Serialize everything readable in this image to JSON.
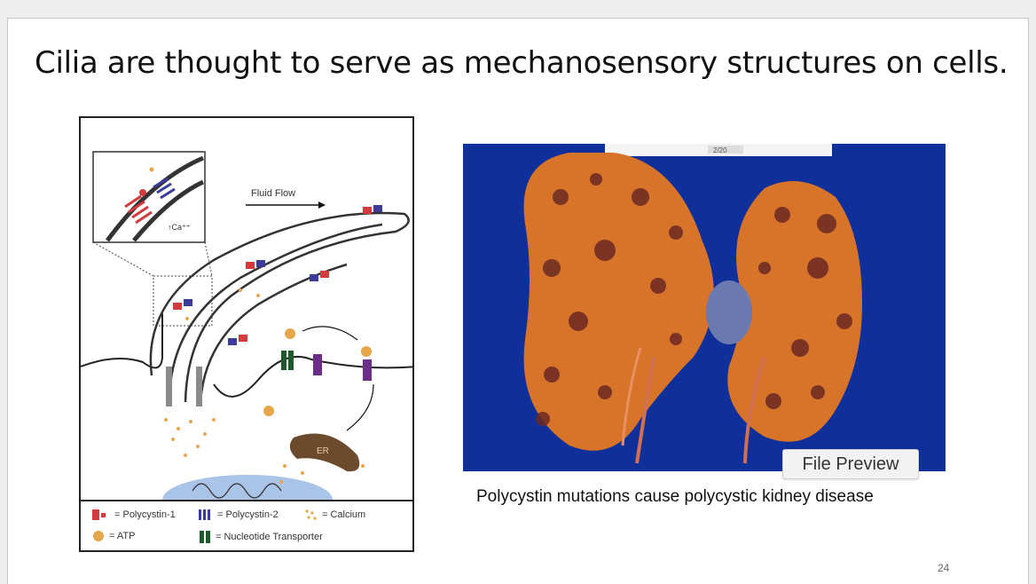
{
  "slide": {
    "title": "Cilia are thought to serve as mechanosensory structures on cells.",
    "page_number": "24"
  },
  "diagram": {
    "fluid_flow_label": "Fluid Flow",
    "calcium_label": "↑Ca⁺⁺",
    "er_label": "ER",
    "legend": {
      "polycystin1": "= Polycystin-1",
      "polycystin2": "= Polycystin-2",
      "calcium": "= Calcium",
      "atp": "= ATP",
      "nucleotide_transporter": "= Nucleotide Transporter"
    }
  },
  "photo": {
    "ruler_label": "2/20"
  },
  "caption": "Polycystin  mutations cause polycystic kidney disease",
  "tooltip": {
    "label": "File Preview"
  },
  "colors": {
    "photo_background": "#0f2f9a",
    "kidney": "#d8742a",
    "polycystin1": "#d23b3b",
    "polycystin2": "#3b3b9a",
    "transporter": "#1e5a2e",
    "calcium": "#e6a64a"
  }
}
